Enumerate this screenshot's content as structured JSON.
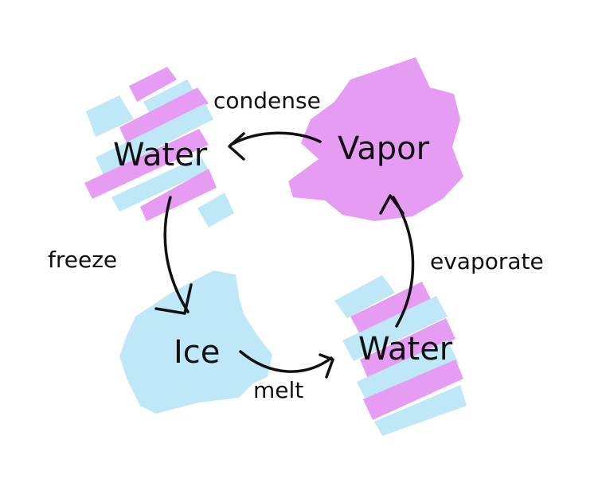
{
  "colors": {
    "liquid_pink": "#e79cf3",
    "liquid_blue": "#bee7f8",
    "vapor": "#e79cf3",
    "ice": "#bee7f8",
    "ink": "#111111"
  },
  "nodes": {
    "water_top": {
      "label": "Water",
      "fill": "stripes"
    },
    "vapor": {
      "label": "Vapor",
      "fill": "pink-blob"
    },
    "ice": {
      "label": "Ice",
      "fill": "blue-blob"
    },
    "water_bottom": {
      "label": "Water",
      "fill": "stripes"
    }
  },
  "edges": {
    "condense": {
      "label": "condense",
      "from": "vapor",
      "to": "water_top"
    },
    "freeze": {
      "label": "freeze",
      "from": "water_top",
      "to": "ice"
    },
    "melt": {
      "label": "melt",
      "from": "ice",
      "to": "water_bottom"
    },
    "evaporate": {
      "label": "evaporate",
      "from": "water_bottom",
      "to": "vapor"
    }
  }
}
